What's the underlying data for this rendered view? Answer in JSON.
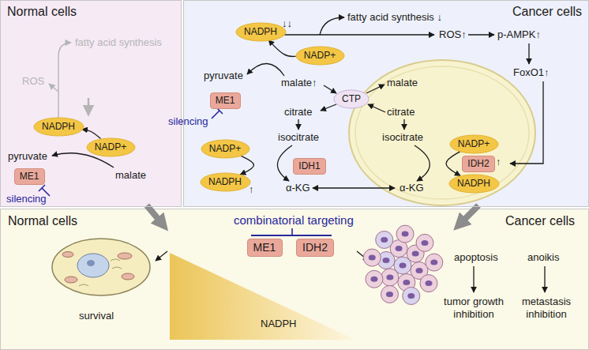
{
  "diagram": {
    "nodes": [
      {
        "text": [
          "Normal cells"
        ]
      },
      {
        "text": [
          "Cancer cells"
        ]
      },
      {
        "text": [
          "NADPH"
        ],
        "in": 0
      },
      {
        "text": [
          "NADP+"
        ],
        "in": 0
      },
      {
        "text": [
          "ME1"
        ],
        "in": 0
      },
      {
        "text": [
          "NADPH"
        ],
        "in": 1
      },
      {
        "text": [
          "NADP+"
        ],
        "in": 1
      },
      {
        "text": [
          "ME1"
        ],
        "in": 1
      },
      {
        "text": [
          "CTP"
        ],
        "in": 1
      },
      {
        "text": [
          "NADP+"
        ],
        "in": 1
      },
      {
        "text": [
          "NADPH"
        ],
        "in": 1
      },
      {
        "text": [
          "IDH1"
        ],
        "in": 1
      },
      {
        "text": [
          "NADP+"
        ],
        "in": 1
      },
      {
        "text": [
          "IDH2"
        ],
        "in": 1
      },
      {
        "text": [
          "NADPH"
        ],
        "in": 1
      },
      {
        "text": [
          "ME1"
        ]
      },
      {
        "text": [
          "IDH2"
        ]
      }
    ],
    "edges": [
      {
        "from": 3,
        "to": 2,
        "arrow": "to"
      },
      {
        "from": 6,
        "to": 5,
        "arrow": "to"
      },
      {
        "from": 9,
        "to": 10,
        "arrow": "to"
      },
      {
        "from": 12,
        "to": 14,
        "arrow": "to"
      }
    ],
    "labels": [
      "fatty acid synthesis",
      "ROS",
      "pyruvate",
      "malate",
      "silencing",
      "fatty acid synthesis ↓",
      "ROS↑",
      "p-AMPK↑",
      "FoxO1↑",
      "↓↓",
      "pyruvate",
      "malate↑",
      "silencing",
      "citrate",
      "malate",
      "citrate",
      "isocitrate",
      "isocitrate",
      "↑",
      "α-KG",
      "↑",
      "α-KG",
      "Normal cells",
      "combinatorial targeting",
      "Cancer cells",
      "survival",
      "NADPH",
      "apoptosis",
      "anoikis",
      "tumor growth inhibition",
      "metastasis inhibition"
    ]
  }
}
